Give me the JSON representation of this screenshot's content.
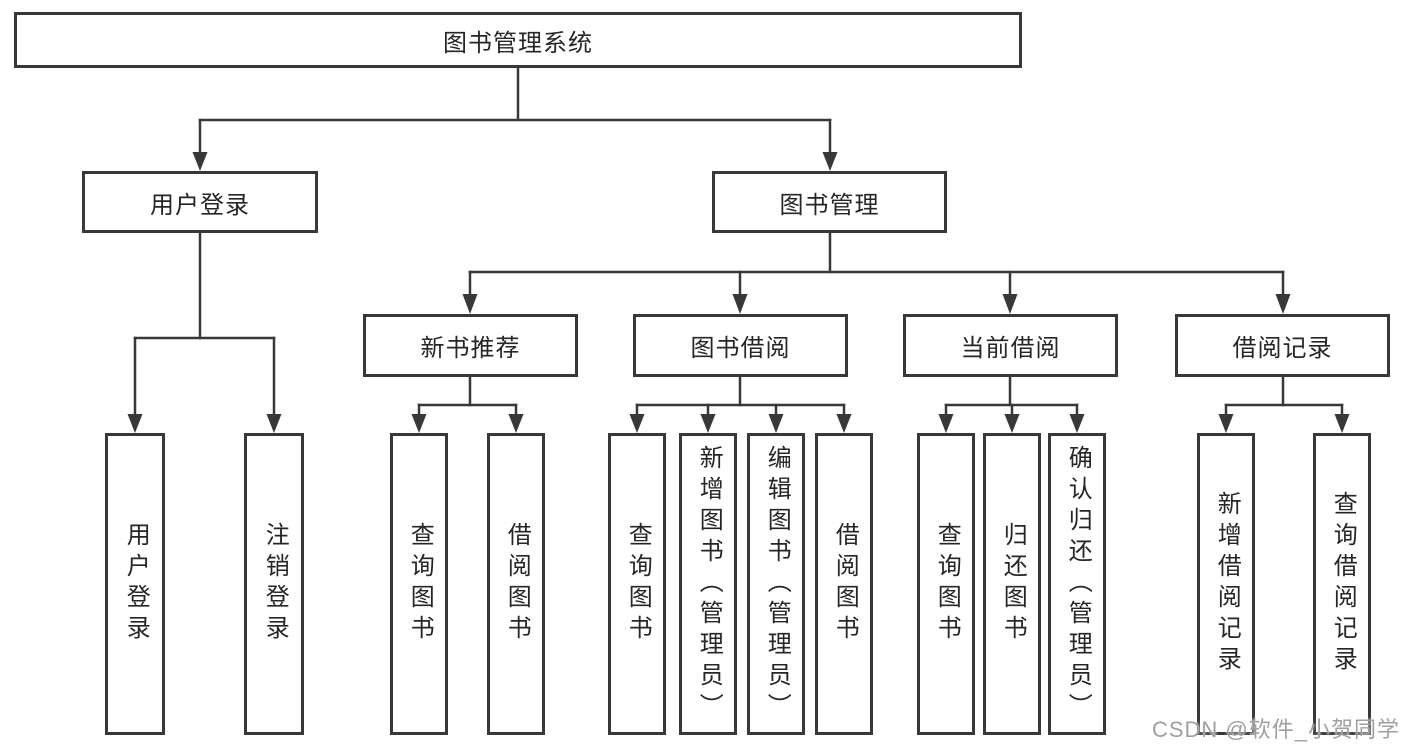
{
  "page": {
    "background": "#ffffff"
  },
  "colors": {
    "line": "#383838",
    "box_border": "#383838",
    "text": "#262626",
    "watermark": "#a0a0a0"
  },
  "watermark": {
    "text": "CSDN @软件_小贺同学"
  },
  "tree": {
    "root": {
      "label": "图书管理系统"
    },
    "branches": [
      {
        "label": "用户登录",
        "leaves": [
          {
            "label": "用户登录"
          },
          {
            "label": "注销登录"
          }
        ]
      },
      {
        "label": "图书管理",
        "groups": [
          {
            "label": "新书推荐",
            "leaves": [
              {
                "label": "查询图书"
              },
              {
                "label": "借阅图书"
              }
            ]
          },
          {
            "label": "图书借阅",
            "leaves": [
              {
                "label": "查询图书"
              },
              {
                "label": "新增图书（管理员）"
              },
              {
                "label": "编辑图书（管理员）"
              },
              {
                "label": "借阅图书"
              }
            ]
          },
          {
            "label": "当前借阅",
            "leaves": [
              {
                "label": "查询图书"
              },
              {
                "label": "归还图书"
              },
              {
                "label": "确认归还（管理员）"
              }
            ]
          },
          {
            "label": "借阅记录",
            "leaves": [
              {
                "label": "新增借阅记录"
              },
              {
                "label": "查询借阅记录"
              }
            ]
          }
        ]
      }
    ]
  }
}
